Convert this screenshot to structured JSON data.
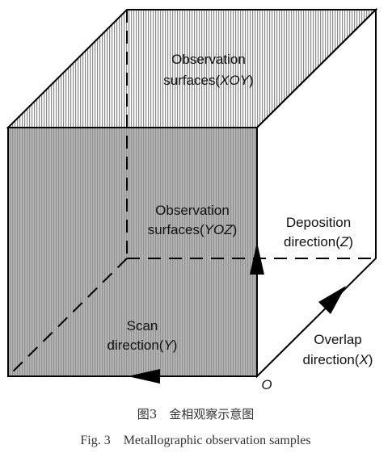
{
  "diagram": {
    "labels": {
      "top_face": {
        "line1": "Observation",
        "line2_prefix": "surfaces(",
        "line2_axes": "XOY",
        "line2_suffix": ")"
      },
      "front_face": {
        "line1": "Observation",
        "line2_prefix": "surfaces(",
        "line2_axes": "YOZ",
        "line2_suffix": ")"
      },
      "deposition": {
        "line1": "Deposition",
        "line2_prefix": "direction(",
        "line2_axis": "Z",
        "line2_suffix": ")"
      },
      "scan": {
        "line1": "Scan",
        "line2_prefix": "direction(",
        "line2_axis": "Y",
        "line2_suffix": ")"
      },
      "overlap": {
        "line1": "Overlap",
        "line2_prefix": "direction(",
        "line2_axis": "X",
        "line2_suffix": ")"
      },
      "origin": "O"
    },
    "colors": {
      "front_face": "#b0b0b0",
      "stripes": "#8a8a8a",
      "line": "#000000"
    }
  },
  "caption": {
    "cn": "图3　金相观察示意图",
    "en": "Fig. 3　Metallographic observation samples"
  }
}
